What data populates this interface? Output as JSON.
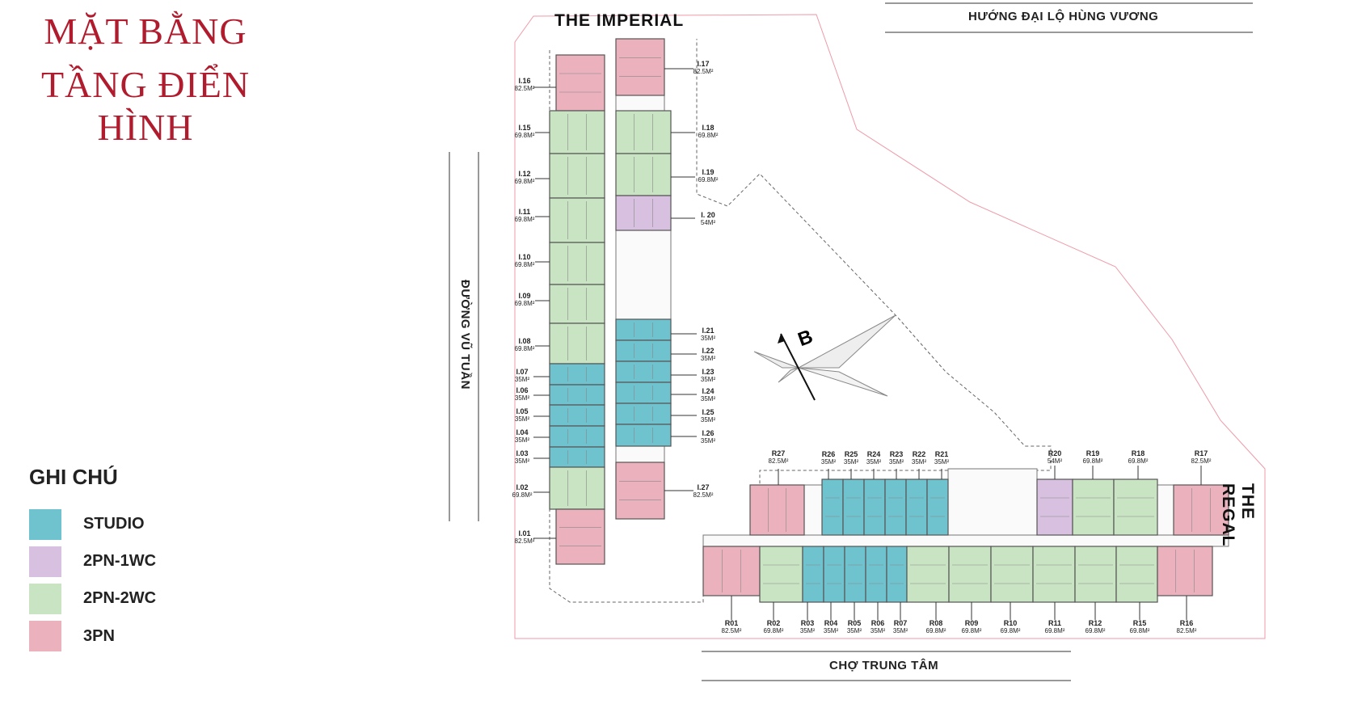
{
  "title": {
    "line1": "MẶT BẰNG",
    "line2": "TẦNG ĐIỂN HÌNH"
  },
  "legend": {
    "title": "GHI CHÚ",
    "items": [
      {
        "label": "STUDIO",
        "color": "#6fc3cf"
      },
      {
        "label": "2PN-1WC",
        "color": "#d7c0e0"
      },
      {
        "label": "2PN-2WC",
        "color": "#c8e4c2"
      },
      {
        "label": "3PN",
        "color": "#ebb1bd"
      }
    ]
  },
  "buildings": {
    "imperial": "THE IMPERIAL",
    "regal": "THE REGAL"
  },
  "roads": {
    "top": "HƯỚNG ĐẠI LỘ HÙNG VƯƠNG",
    "left": "ĐƯỜNG VŨ TUẦN",
    "bottom": "CHỢ TRUNG TÂM"
  },
  "compass": "B",
  "units": [
    {
      "id": "I.16",
      "area": "82.5M²",
      "type": 3
    },
    {
      "id": "I.15",
      "area": "69.8M²",
      "type": 2
    },
    {
      "id": "I.12",
      "area": "69.8M²",
      "type": 2
    },
    {
      "id": "I.11",
      "area": "69.8M²",
      "type": 2
    },
    {
      "id": "I.10",
      "area": "69.8M²",
      "type": 2
    },
    {
      "id": "I.09",
      "area": "69.8M²",
      "type": 2
    },
    {
      "id": "I.08",
      "area": "69.8M²",
      "type": 2
    },
    {
      "id": "I.07",
      "area": "35M²",
      "type": 0
    },
    {
      "id": "I.06",
      "area": "35M²",
      "type": 0
    },
    {
      "id": "I.05",
      "area": "35M²",
      "type": 0
    },
    {
      "id": "I.04",
      "area": "35M²",
      "type": 0
    },
    {
      "id": "I.03",
      "area": "35M²",
      "type": 0
    },
    {
      "id": "I.02",
      "area": "69.8M²",
      "type": 2
    },
    {
      "id": "I.01",
      "area": "82.5M²",
      "type": 3
    },
    {
      "id": "I.17",
      "area": "82.5M²",
      "type": 3
    },
    {
      "id": "I.18",
      "area": "69.8M²",
      "type": 2
    },
    {
      "id": "I.19",
      "area": "69.8M²",
      "type": 2
    },
    {
      "id": "I. 20",
      "area": "54M²",
      "type": 1
    },
    {
      "id": "I.21",
      "area": "35M²",
      "type": 0
    },
    {
      "id": "I.22",
      "area": "35M²",
      "type": 0
    },
    {
      "id": "I.23",
      "area": "35M²",
      "type": 0
    },
    {
      "id": "I.24",
      "area": "35M²",
      "type": 0
    },
    {
      "id": "I.25",
      "area": "35M²",
      "type": 0
    },
    {
      "id": "I.26",
      "area": "35M²",
      "type": 0
    },
    {
      "id": "I.27",
      "area": "82.5M²",
      "type": 3
    },
    {
      "id": "R27",
      "area": "82.5M²",
      "type": 3
    },
    {
      "id": "R26",
      "area": "35M²",
      "type": 0
    },
    {
      "id": "R25",
      "area": "35M²",
      "type": 0
    },
    {
      "id": "R24",
      "area": "35M²",
      "type": 0
    },
    {
      "id": "R23",
      "area": "35M²",
      "type": 0
    },
    {
      "id": "R22",
      "area": "35M²",
      "type": 0
    },
    {
      "id": "R21",
      "area": "35M²",
      "type": 0
    },
    {
      "id": "R20",
      "area": "54M²",
      "type": 1
    },
    {
      "id": "R19",
      "area": "69.8M²",
      "type": 2
    },
    {
      "id": "R18",
      "area": "69.8M²",
      "type": 2
    },
    {
      "id": "R17",
      "area": "82.5M²",
      "type": 3
    },
    {
      "id": "R01",
      "area": "82.5M²",
      "type": 3
    },
    {
      "id": "R02",
      "area": "69.8M²",
      "type": 2
    },
    {
      "id": "R03",
      "area": "35M²",
      "type": 0
    },
    {
      "id": "R04",
      "area": "35M²",
      "type": 0
    },
    {
      "id": "R05",
      "area": "35M²",
      "type": 0
    },
    {
      "id": "R06",
      "area": "35M²",
      "type": 0
    },
    {
      "id": "R07",
      "area": "35M²",
      "type": 0
    },
    {
      "id": "R08",
      "area": "69.8M²",
      "type": 2
    },
    {
      "id": "R09",
      "area": "69.8M²",
      "type": 2
    },
    {
      "id": "R10",
      "area": "69.8M²",
      "type": 2
    },
    {
      "id": "R11",
      "area": "69.8M²",
      "type": 2
    },
    {
      "id": "R12",
      "area": "69.8M²",
      "type": 2
    },
    {
      "id": "R15",
      "area": "69.8M²",
      "type": 2
    },
    {
      "id": "R16",
      "area": "82.5M²",
      "type": 3
    }
  ]
}
